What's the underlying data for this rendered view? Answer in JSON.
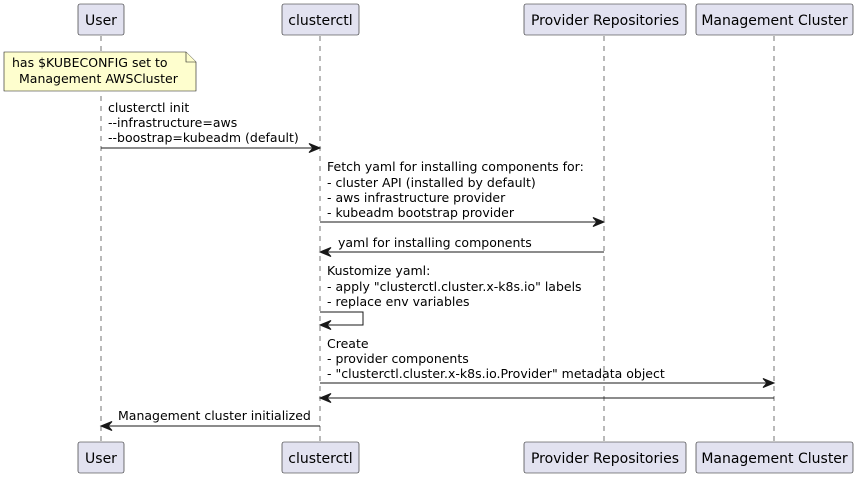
{
  "participants": [
    {
      "id": "user",
      "label": "User"
    },
    {
      "id": "clusterctl",
      "label": "clusterctl"
    },
    {
      "id": "repos",
      "label": "Provider Repositories"
    },
    {
      "id": "mgmt",
      "label": "Management Cluster"
    }
  ],
  "note": {
    "lines": [
      "has $KUBECONFIG set to",
      "Management AWSCluster"
    ]
  },
  "messages": [
    {
      "from": "user",
      "to": "clusterctl",
      "lines": [
        "clusterctl init",
        "--infrastructure=aws",
        "--boostrap=kubeadm (default)"
      ]
    },
    {
      "from": "clusterctl",
      "to": "repos",
      "lines": [
        "Fetch yaml for installing components for:",
        "- cluster API (installed by default)",
        "- aws infrastructure provider",
        "- kubeadm bootstrap provider"
      ]
    },
    {
      "from": "repos",
      "to": "clusterctl",
      "lines": [
        "yaml for installing components"
      ]
    },
    {
      "from": "clusterctl",
      "to": "clusterctl",
      "lines": [
        "Kustomize yaml:",
        "- apply \"clusterctl.cluster.x-k8s.io\" labels",
        "- replace env variables"
      ]
    },
    {
      "from": "clusterctl",
      "to": "mgmt",
      "lines": [
        "Create",
        "- provider components",
        "- \"clusterctl.cluster.x-k8s.io.Provider\" metadata object"
      ]
    },
    {
      "from": "mgmt",
      "to": "clusterctl",
      "lines": []
    },
    {
      "from": "clusterctl",
      "to": "user",
      "lines": [
        "Management cluster initialized"
      ]
    }
  ]
}
